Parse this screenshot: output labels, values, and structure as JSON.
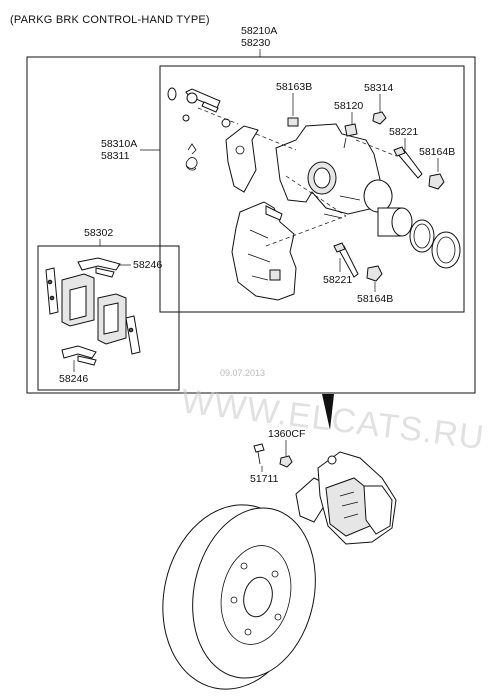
{
  "title": "(PARKG BRK CONTROL-HAND TYPE)",
  "labels": {
    "p58210A": "58210A",
    "p58230": "58230",
    "p58310A": "58310A",
    "p58311": "58311",
    "p58163B": "58163B",
    "p58314": "58314",
    "p58120": "58120",
    "p58221_top": "58221",
    "p58164B_top": "58164B",
    "p58221_bottom": "58221",
    "p58164B_bottom": "58164B",
    "p58302": "58302",
    "p58246_top": "58246",
    "p58246_bottom": "58246",
    "p1360CF": "1360CF",
    "p51711": "51711"
  },
  "watermark": {
    "main": "WWW.ELCATS.RU",
    "date": "09.07.2013"
  }
}
